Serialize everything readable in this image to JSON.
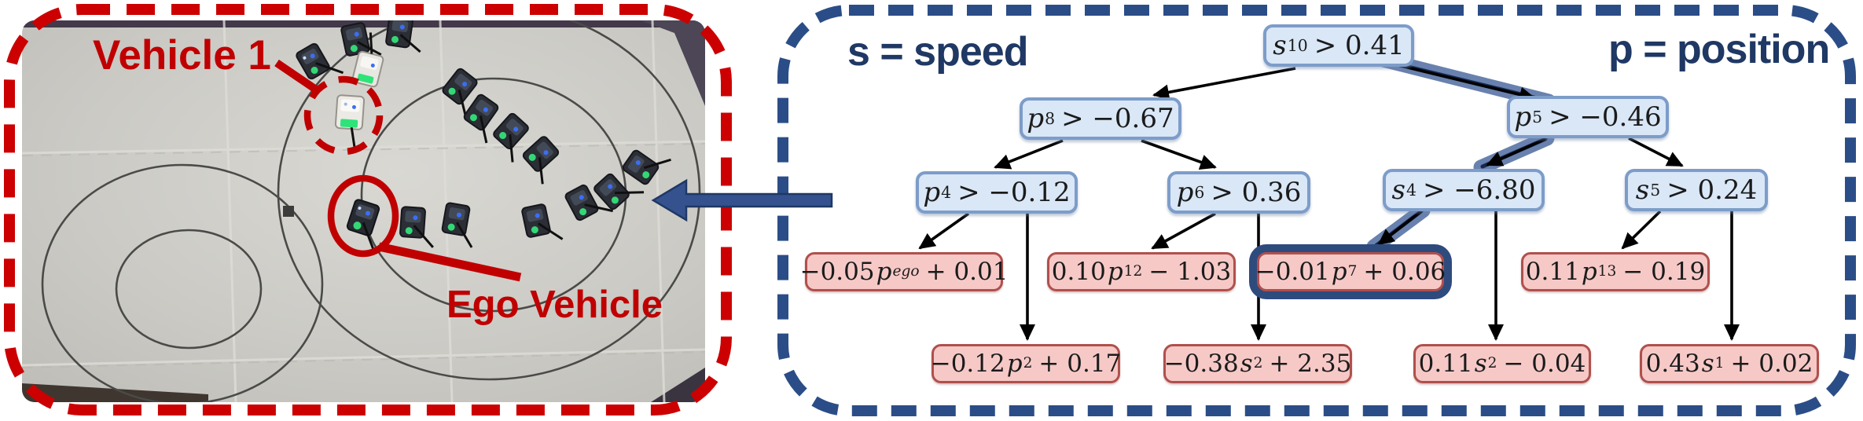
{
  "figure": {
    "type": "annotated-experiment-photo-with-decision-tree",
    "accent_colors": {
      "annotation_red": "#c00000",
      "panel_navy": "#2b4d87",
      "node_blue_fill": "#d9e7f7",
      "node_blue_border": "#7d9cc9",
      "leaf_pink_fill": "#f6c9c7",
      "leaf_pink_border": "#b0504c",
      "highlight_band": "#5d77a8",
      "highlight_ring": "#2e4b7e"
    }
  },
  "labels": {
    "vehicle1": "Vehicle 1",
    "ego": "Ego Vehicle"
  },
  "tree": {
    "legend_s": "s = speed",
    "legend_p": "p = position",
    "nodes": [
      {
        "id": "s10",
        "v": "s",
        "sub": "10",
        "rest": "> 0.41",
        "text": "s10 > 0.41"
      },
      {
        "id": "p8",
        "v": "p",
        "sub": "8",
        "rest": "> −0.67",
        "text": "p8 > −0.67"
      },
      {
        "id": "p5",
        "v": "p",
        "sub": "5",
        "rest": "> −0.46",
        "text": "p5 > −0.46"
      },
      {
        "id": "p4",
        "v": "p",
        "sub": "4",
        "rest": "> −0.12",
        "text": "p4 > −0.12"
      },
      {
        "id": "p6",
        "v": "p",
        "sub": "6",
        "rest": "> 0.36",
        "text": "p6 > 0.36"
      },
      {
        "id": "s4",
        "v": "s",
        "sub": "4",
        "rest": "> −6.80",
        "text": "s4 > −6.80"
      },
      {
        "id": "s5",
        "v": "s",
        "sub": "5",
        "rest": "> 0.24",
        "text": "s5 > 0.24"
      }
    ],
    "leaves": [
      {
        "id": "u1",
        "pre": "−0.05",
        "v": "p",
        "sub": "ego",
        "rest": "+ 0.01",
        "text": "−0.05p_ego + 0.01",
        "highlighted": false
      },
      {
        "id": "u2",
        "pre": "0.10",
        "v": "p",
        "sub": "12",
        "rest": "− 1.03",
        "text": "0.10p12 − 1.03",
        "highlighted": false
      },
      {
        "id": "u3",
        "pre": "−0.01",
        "v": "p",
        "sub": "7",
        "rest": "+ 0.06",
        "text": "−0.01p7 + 0.06",
        "highlighted": true
      },
      {
        "id": "u4",
        "pre": "0.11",
        "v": "p",
        "sub": "13",
        "rest": "− 0.19",
        "text": "0.11p13 − 0.19",
        "highlighted": false
      },
      {
        "id": "b1",
        "pre": "−0.12",
        "v": "p",
        "sub": "2",
        "rest": "+ 0.17",
        "text": "−0.12p2 + 0.17",
        "highlighted": false
      },
      {
        "id": "b2",
        "pre": "−0.38",
        "v": "s",
        "sub": "2",
        "rest": "+ 2.35",
        "text": "−0.38s2 + 2.35",
        "highlighted": false
      },
      {
        "id": "b3",
        "pre": "0.11",
        "v": "s",
        "sub": "2",
        "rest": "− 0.04",
        "text": "0.11s2 − 0.04",
        "highlighted": false
      },
      {
        "id": "b4",
        "pre": "0.43",
        "v": "s",
        "sub": "1",
        "rest": "+ 0.02",
        "text": "0.43s1 + 0.02",
        "highlighted": false
      }
    ],
    "edges": [
      {
        "from": "s10",
        "to": "p8",
        "highlighted": false
      },
      {
        "from": "s10",
        "to": "p5",
        "highlighted": true
      },
      {
        "from": "p8",
        "to": "p4",
        "highlighted": false
      },
      {
        "from": "p8",
        "to": "p6",
        "highlighted": false
      },
      {
        "from": "p5",
        "to": "s4",
        "highlighted": true
      },
      {
        "from": "p5",
        "to": "s5",
        "highlighted": false
      },
      {
        "from": "p4",
        "to": "u1",
        "highlighted": false
      },
      {
        "from": "p4",
        "to": "b1",
        "highlighted": false
      },
      {
        "from": "p6",
        "to": "u2",
        "highlighted": false
      },
      {
        "from": "p6",
        "to": "b2",
        "highlighted": false
      },
      {
        "from": "s4",
        "to": "u3",
        "highlighted": true
      },
      {
        "from": "s4",
        "to": "b3",
        "highlighted": false
      },
      {
        "from": "s5",
        "to": "u4",
        "highlighted": false
      },
      {
        "from": "s5",
        "to": "b4",
        "highlighted": false
      }
    ],
    "highlighted_path": [
      "s10 > 0.41",
      "p5 > −0.46",
      "s4 > −6.80",
      "−0.01p7 + 0.06"
    ]
  }
}
